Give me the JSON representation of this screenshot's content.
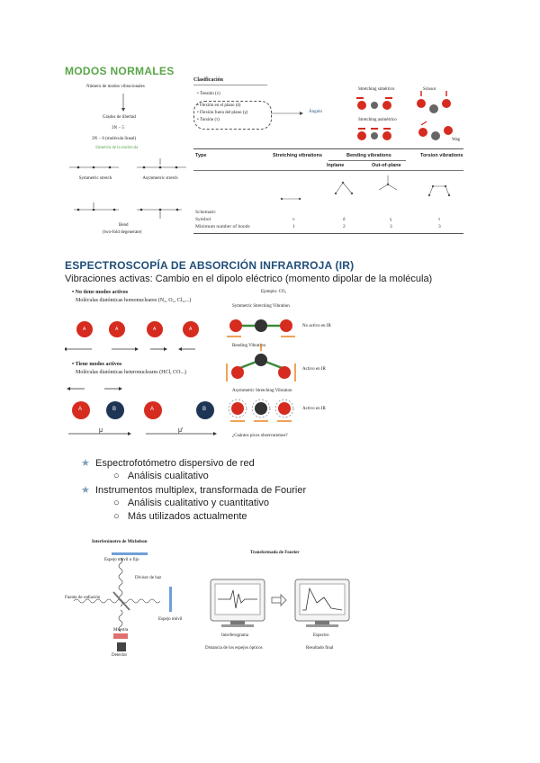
{
  "section1": {
    "title": "MODOS NORMALES",
    "left_diagram": {
      "heading": "Número de modos vibracionales",
      "line1": "Grados de libertad",
      "line2": "3N − 5",
      "line3": "3N − 6 (molécula lineal)",
      "line4": "Simetría de la molécula",
      "sym_label": "Symmetric stretch",
      "asym_label": "Asymmetric stretch",
      "bend_label": "Bend",
      "bend_sub": "(two-fold degenerate)"
    },
    "classification": {
      "title": "Clasificación",
      "items": [
        "Tensión (ν)",
        "Flexión en el plano (δ)",
        "Flexión fuera del plano (γ)",
        "Torsión (τ)"
      ],
      "arrow_label": "Ángulo"
    },
    "molecules": {
      "sym_label": "Stretching simétrico",
      "asym_label": "Stretching asimétrico",
      "bend_label": "Scissor",
      "wag_label": "Wag"
    },
    "table": {
      "columns": [
        "Type",
        "Stretching vibrations",
        "Bending vibrations",
        "Torsion vibrations"
      ],
      "subcolumns": [
        "Inplane",
        "Out-of-plane"
      ],
      "rows": [
        {
          "label": "Schematic",
          "values": [
            "",
            "",
            "",
            ""
          ]
        },
        {
          "label": "Symbol",
          "values": [
            "ν",
            "δ",
            "γ",
            "τ"
          ]
        },
        {
          "label": "Minimum number of bonds",
          "values": [
            "1",
            "2",
            "3",
            "3"
          ]
        }
      ]
    }
  },
  "section2": {
    "title": "ESPECTROSCOPÍA DE ABSORCIÓN INFRARROJA (IR)",
    "subtitle": "Vibraciones activas: Cambio en el dipolo eléctrico (momento dipolar de la molécula)",
    "inactive": {
      "title": "No tiene modos activos",
      "desc": "Moléculas diatómicas homonucleares (N₂, O₂, Cl₂,...)"
    },
    "active": {
      "title": "Tiene modos activos",
      "desc": "Moléculas diatómicas heteronucleares (HCl, CO...)",
      "mu1": "μ",
      "mu2": "μ'"
    },
    "atoms": {
      "a": "A",
      "b": "B"
    },
    "co2": {
      "example": "Ejemplo: CO₂",
      "sym_title": "Symmetric Stretching Vibration",
      "sym_state": "No activo en IR",
      "bend_title": "Bending Vibration",
      "bend_state": "Activo en IR",
      "asym_title": "Asymmetric Stretching Vibration",
      "asym_state": "Activo en IR",
      "footer": "¿Cuántos picos observaremos?"
    },
    "bullets": [
      {
        "type": "star",
        "text": "Espectrofotómetro dispersivo de red"
      },
      {
        "type": "circle",
        "text": "Análisis cualitativo"
      },
      {
        "type": "star",
        "text": "Instrumentos multiplex, transformada de Fourier"
      },
      {
        "type": "circle",
        "text": "Análisis cualitativo y cuantitativo"
      },
      {
        "type": "circle",
        "text": "Más utilizados actualmente"
      }
    ]
  },
  "section3": {
    "michelson_title": "Interferómetro de Michelson",
    "labels": {
      "mirror_fixed": "Espejo móvil o fijo",
      "splitter": "Divisor de haz",
      "source": "Fuente de radiación",
      "sample": "Muestra",
      "detector": "Detector",
      "moving": "Espejo móvil"
    },
    "fourier_title": "Transformada de Fourier",
    "screen1": "Interferograma",
    "screen2": "Espectro",
    "caption1": "Distancia de los espejos ópticos",
    "caption2": "Resultado final"
  },
  "colors": {
    "green": "#5aa64a",
    "blue": "#1f4e79",
    "red_atom": "#d62b1f",
    "navy_atom": "#1e3555",
    "orange": "#e8841f"
  }
}
